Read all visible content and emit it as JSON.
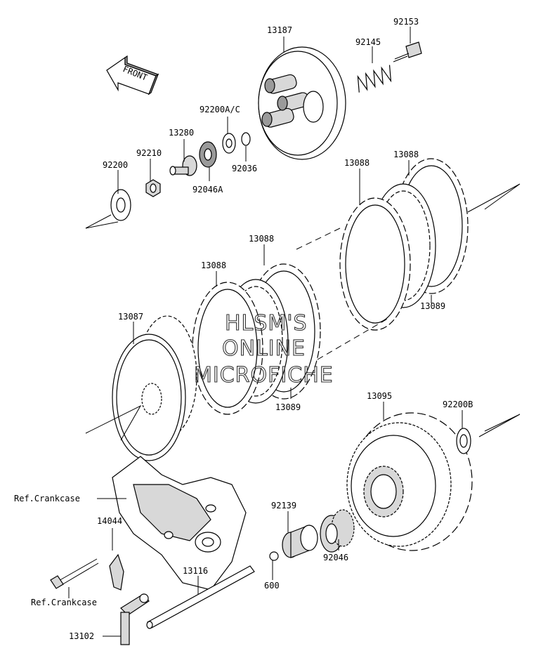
{
  "front_indicator": "FRONT",
  "watermark": {
    "line1": "HLSM'S",
    "line2": "ONLINE",
    "line3": "MICROFICHE"
  },
  "part_labels": {
    "p13187": "13187",
    "p92153": "92153",
    "p92145": "92145",
    "p92200ac": "92200A/C",
    "p13280": "13280",
    "p92210": "92210",
    "p92200": "92200",
    "p92036": "92036",
    "p92046a": "92046A",
    "p13088_a": "13088",
    "p13088_b": "13088",
    "p13088_c": "13088",
    "p13088_d": "13088",
    "p13089_a": "13089",
    "p13089_b": "13089",
    "p13087": "13087",
    "p13095": "13095",
    "p92200b": "92200B",
    "ref_crankcase_1": "Ref.Crankcase",
    "p14044": "14044",
    "p92139": "92139",
    "p92046": "92046",
    "p13116": "13116",
    "p600": "600",
    "ref_crankcase_2": "Ref.Crankcase",
    "p13102": "13102"
  }
}
